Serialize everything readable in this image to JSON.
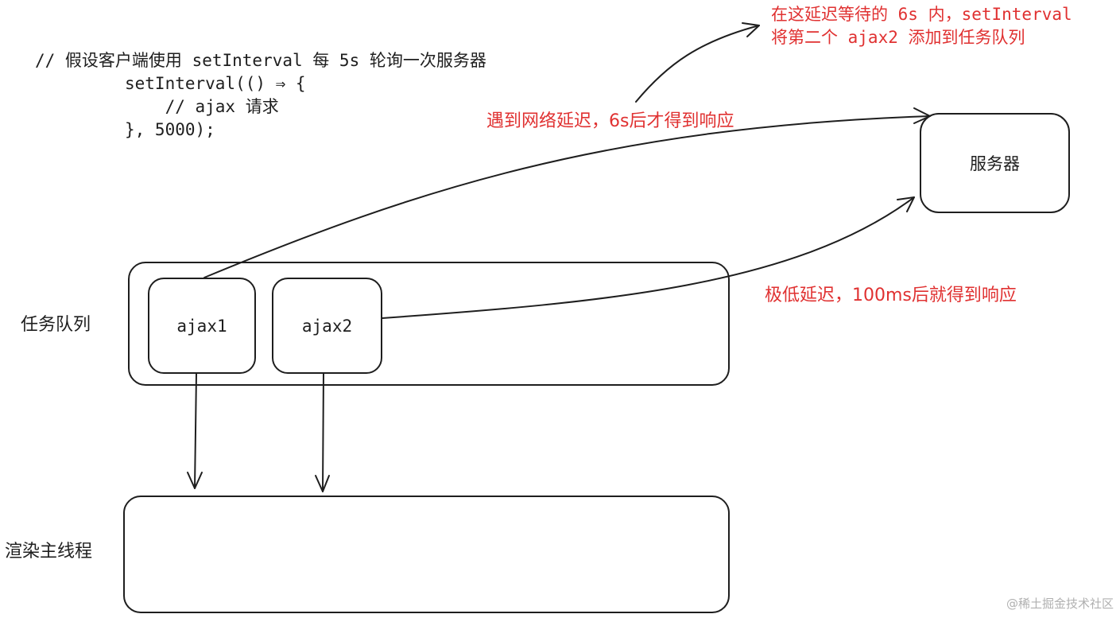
{
  "code": {
    "line1": "// 假设客户端使用 setInterval 每 5s 轮询一次服务器",
    "line2": "setInterval(() ⇒ {",
    "line3": "    // ajax 请求",
    "line4": "}, 5000);"
  },
  "labels": {
    "task_queue": "任务队列",
    "render_thread": "渲染主线程",
    "server": "服务器",
    "ajax1": "ajax1",
    "ajax2": "ajax2"
  },
  "annotations": {
    "delay_note_line1": "在这延迟等待的 6s 内，setInterval",
    "delay_note_line2": "将第二个 ajax2 添加到任务队列",
    "slow_response": "遇到网络延迟，6s后才得到响应",
    "fast_response": "极低延迟，100ms后就得到响应"
  },
  "colors": {
    "annotation": "#e03131",
    "stroke": "#1e1e1e"
  },
  "watermark": "@稀土掘金技术社区"
}
